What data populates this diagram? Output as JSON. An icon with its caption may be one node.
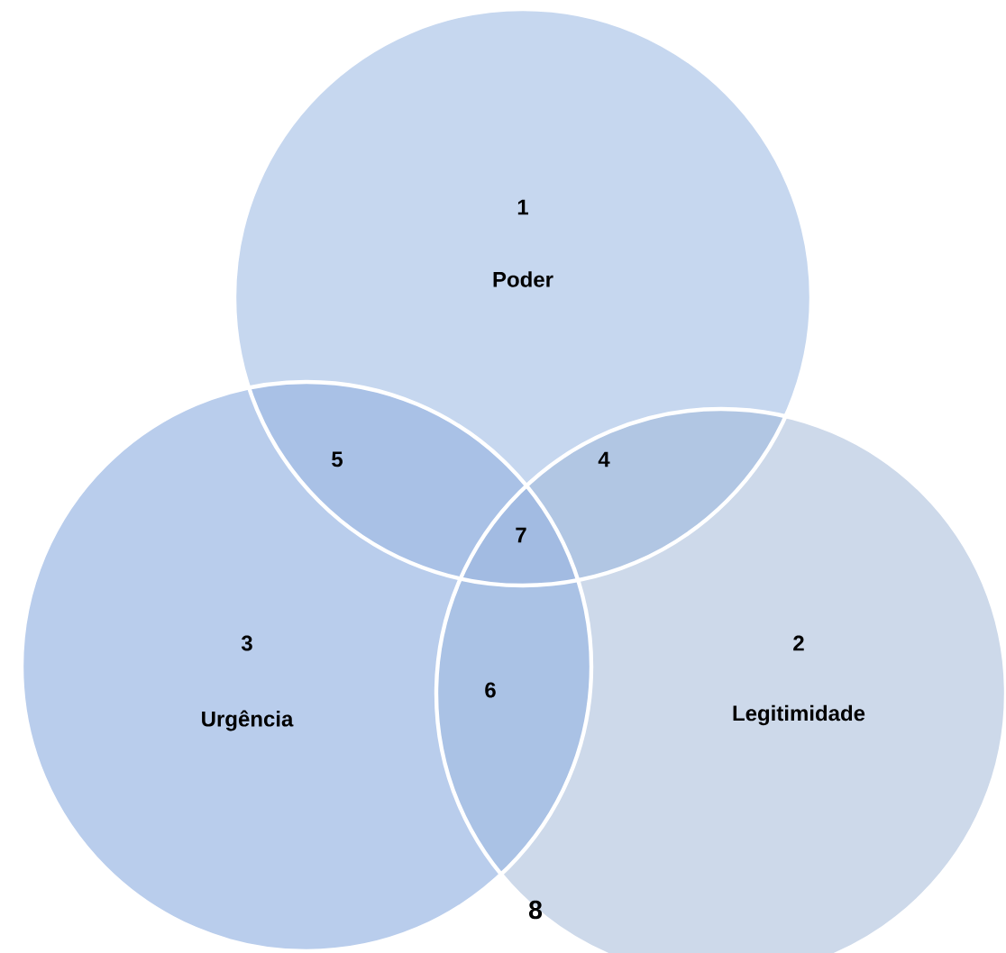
{
  "diagram": {
    "nodes": [
      {
        "text": [
          "1",
          "Poder"
        ]
      },
      {
        "text": [
          "2",
          "Legitimidade"
        ]
      },
      {
        "text": [
          "3",
          "Urgência"
        ]
      }
    ],
    "labels": [
      "5",
      "4",
      "7",
      "6",
      "8"
    ]
  }
}
